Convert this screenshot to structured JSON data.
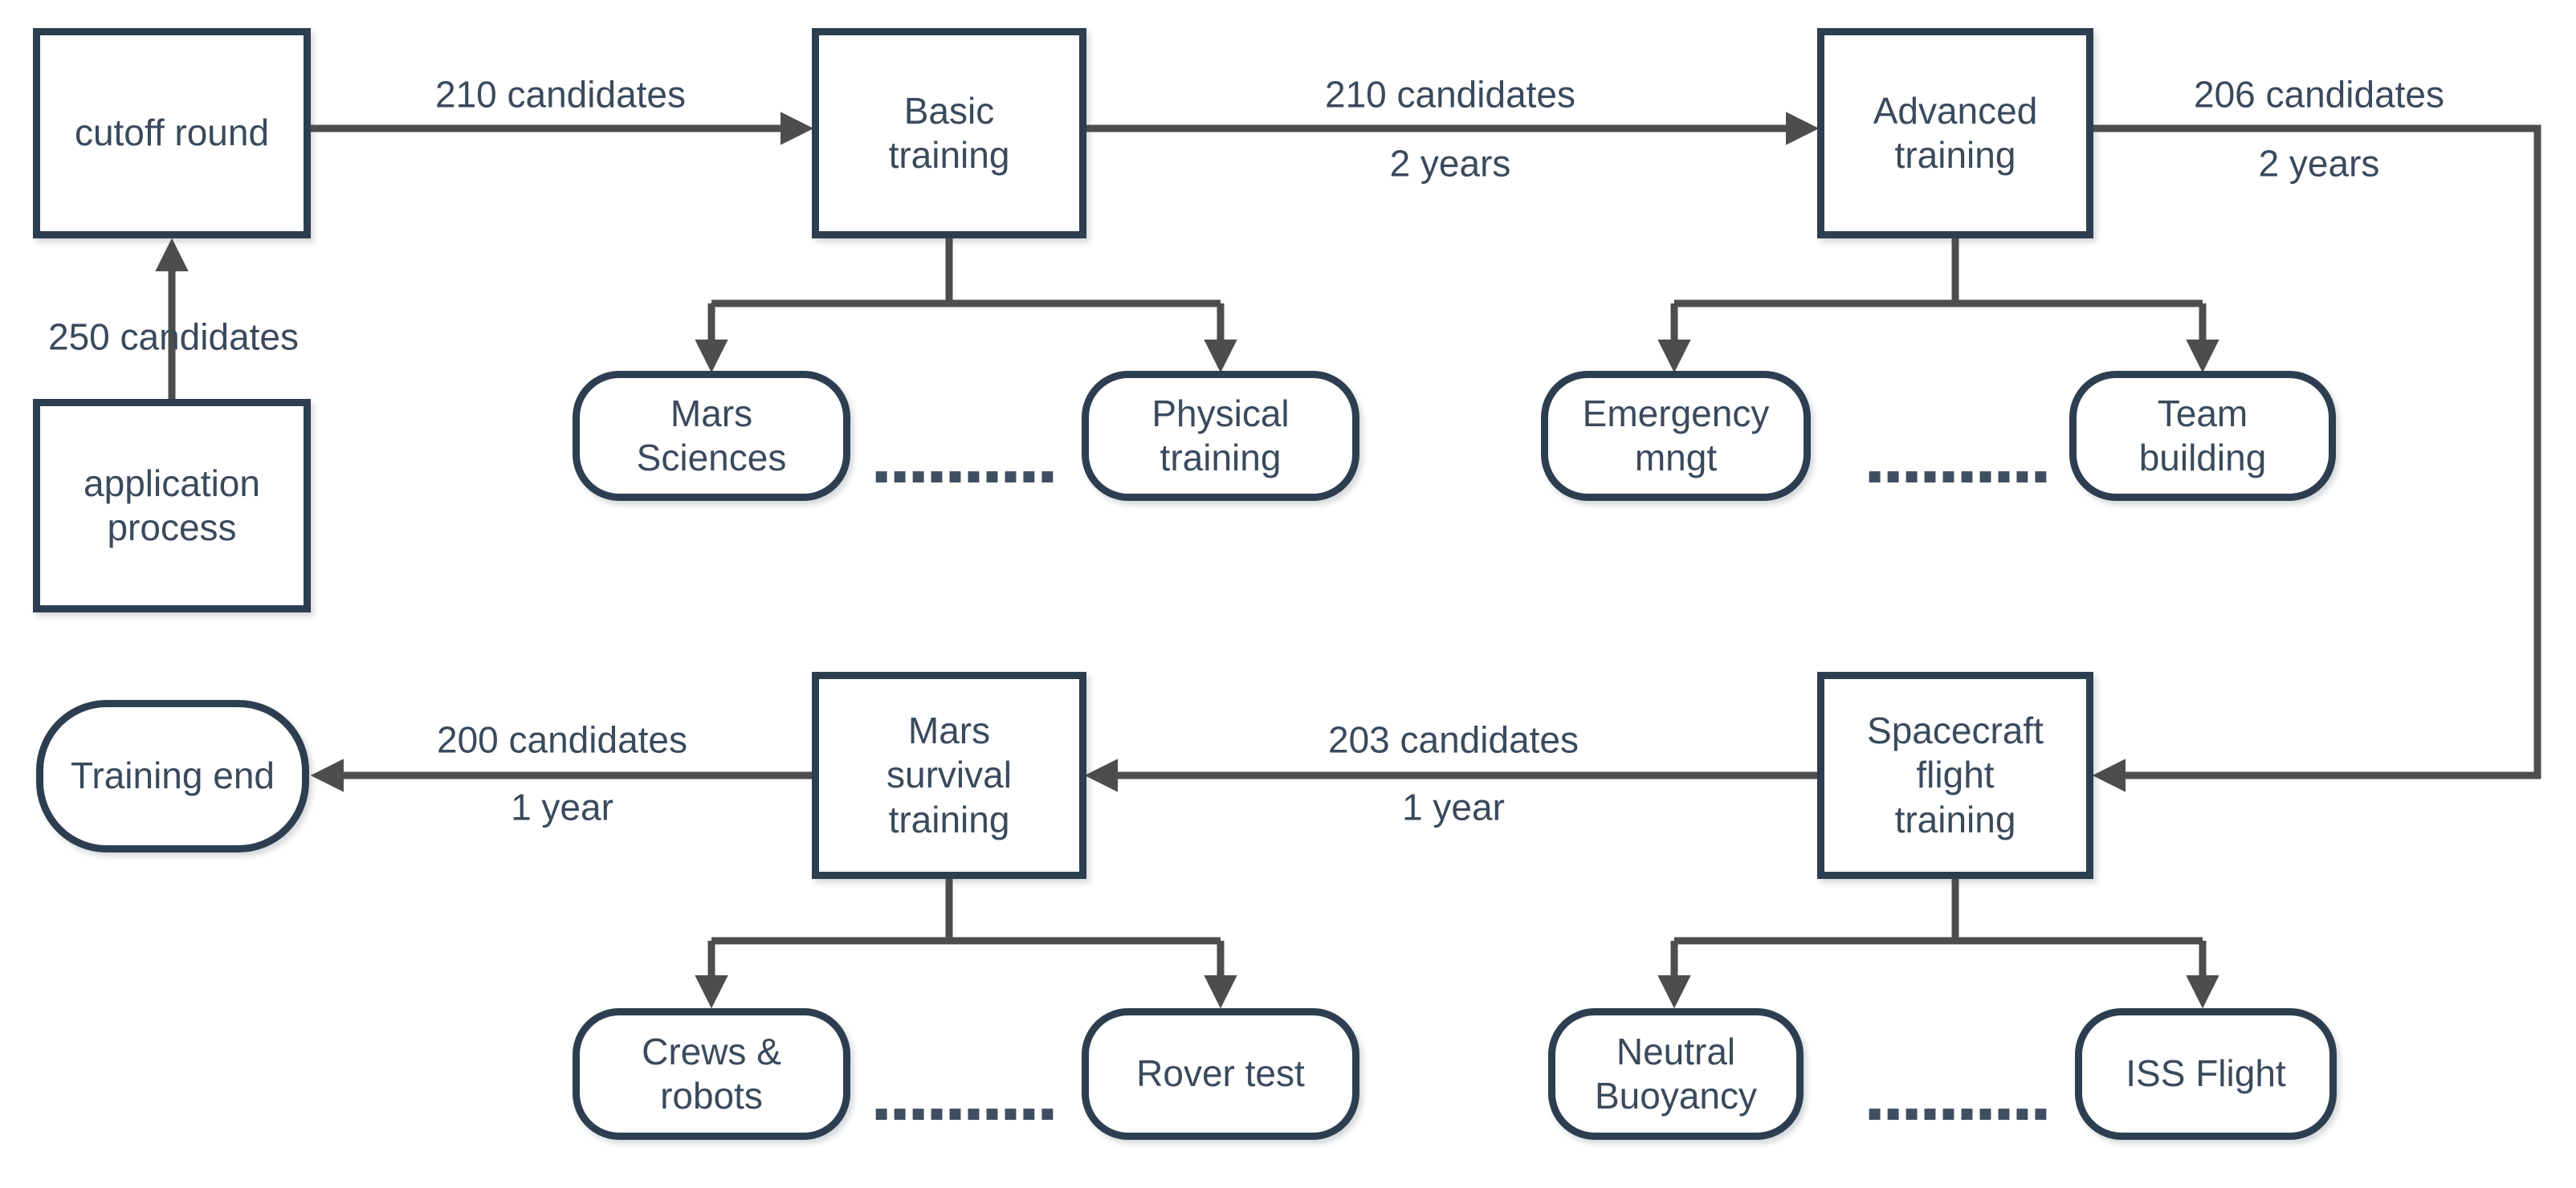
{
  "background": "#ffffff",
  "colors": {
    "node_border": "#2d3e50",
    "connector": "#4d4d4d",
    "text": "#3a4a5c"
  },
  "nodes": {
    "application_process": {
      "lines": [
        "application",
        "process"
      ]
    },
    "cutoff_round": {
      "lines": [
        "cutoff round"
      ]
    },
    "basic_training": {
      "lines": [
        "Basic",
        "training"
      ]
    },
    "advanced_training": {
      "lines": [
        "Advanced",
        "training"
      ]
    },
    "spacecraft_flight_training": {
      "lines": [
        "Spacecraft",
        "flight",
        "training"
      ]
    },
    "mars_survival_training": {
      "lines": [
        "Mars",
        "survival",
        "training"
      ]
    },
    "training_end": {
      "lines": [
        "Training end"
      ]
    },
    "mars_sciences": {
      "lines": [
        "Mars",
        "Sciences"
      ]
    },
    "physical_training": {
      "lines": [
        "Physical",
        "training"
      ]
    },
    "emergency_mngt": {
      "lines": [
        "Emergency",
        "mngt"
      ]
    },
    "team_building": {
      "lines": [
        "Team",
        "building"
      ]
    },
    "crews_robots": {
      "lines": [
        "Crews &",
        "robots"
      ]
    },
    "rover_test": {
      "lines": [
        "Rover test"
      ]
    },
    "neutral_buoyancy": {
      "lines": [
        "Neutral",
        "Buoyancy"
      ]
    },
    "iss_flight": {
      "lines": [
        "ISS Flight"
      ]
    }
  },
  "edges": {
    "application_to_cutoff": {
      "label": "250 candidates"
    },
    "cutoff_to_basic": {
      "label": "210 candidates"
    },
    "basic_to_advanced": {
      "label": "210 candidates",
      "duration": "2 years"
    },
    "advanced_to_spacecraft": {
      "label": "206 candidates",
      "duration": "2 years"
    },
    "spacecraft_to_mars_survival": {
      "label": "203 candidates",
      "duration": "1 year"
    },
    "mars_survival_to_training_end": {
      "label": "200 candidates",
      "duration": "1 year"
    }
  },
  "separator_dots": "▪▪▪▪▪▪▪▪▪▪"
}
